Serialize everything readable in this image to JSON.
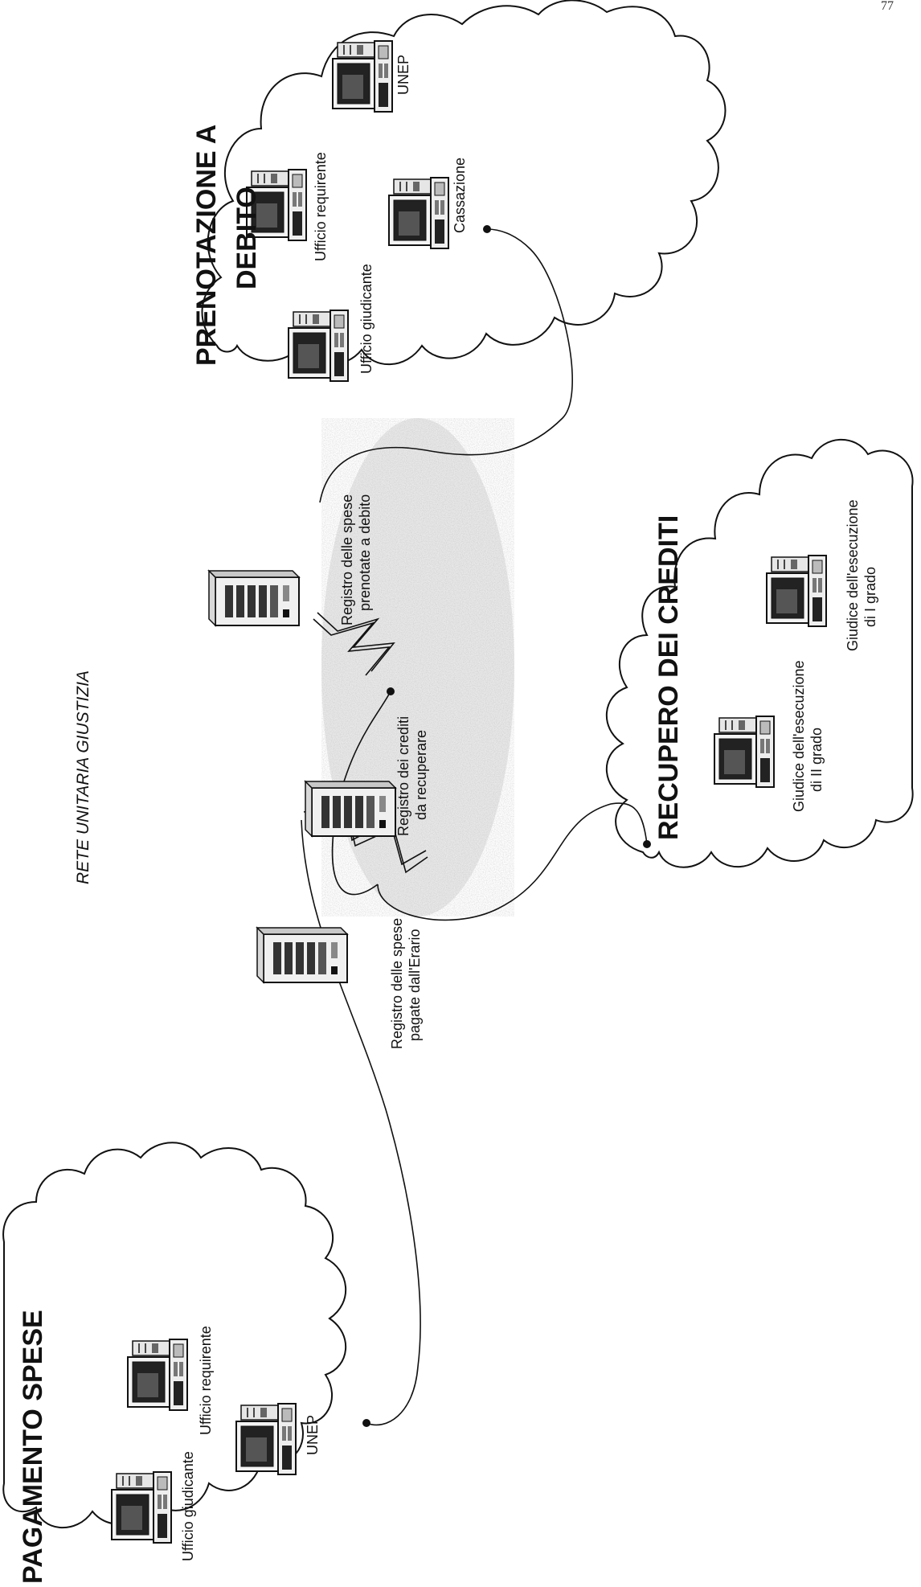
{
  "page_number": "77",
  "network_title": "RETE UNITARIA GIUSTIZIA",
  "groups": {
    "pagamento_spese": {
      "title": "PAGAMENTO SPESE",
      "offices": [
        "Ufficio giudicante",
        "UNEP",
        "Ufficio requirente"
      ]
    },
    "prenotazione_debito": {
      "title_line1": "PRENOTAZIONE A",
      "title_line2": "DEBITO",
      "offices": [
        "Ufficio giudicante",
        "Ufficio requirente",
        "Cassazione",
        "UNEP"
      ]
    },
    "recupero_crediti": {
      "title": "RECUPERO DEI CREDITI",
      "offices": [
        {
          "line1": "Giudice dell'esecuzione",
          "line2": "di II grado"
        },
        {
          "line1": "Giudice dell'esecuzione",
          "line2": "di I grado"
        }
      ]
    }
  },
  "registers": {
    "spese_pagate": {
      "line1": "Registro delle spese",
      "line2": "pagate dall'Erario"
    },
    "crediti_recuperare": {
      "line1": "Registro dei crediti",
      "line2": "da recuperare"
    },
    "spese_prenotate": {
      "line1": "Registro delle spese",
      "line2": "prenotate a debito"
    }
  },
  "icons": {
    "workstation": "desktop-computer-icon",
    "server": "server-tower-icon",
    "wan_link": "lightning-link-icon"
  }
}
